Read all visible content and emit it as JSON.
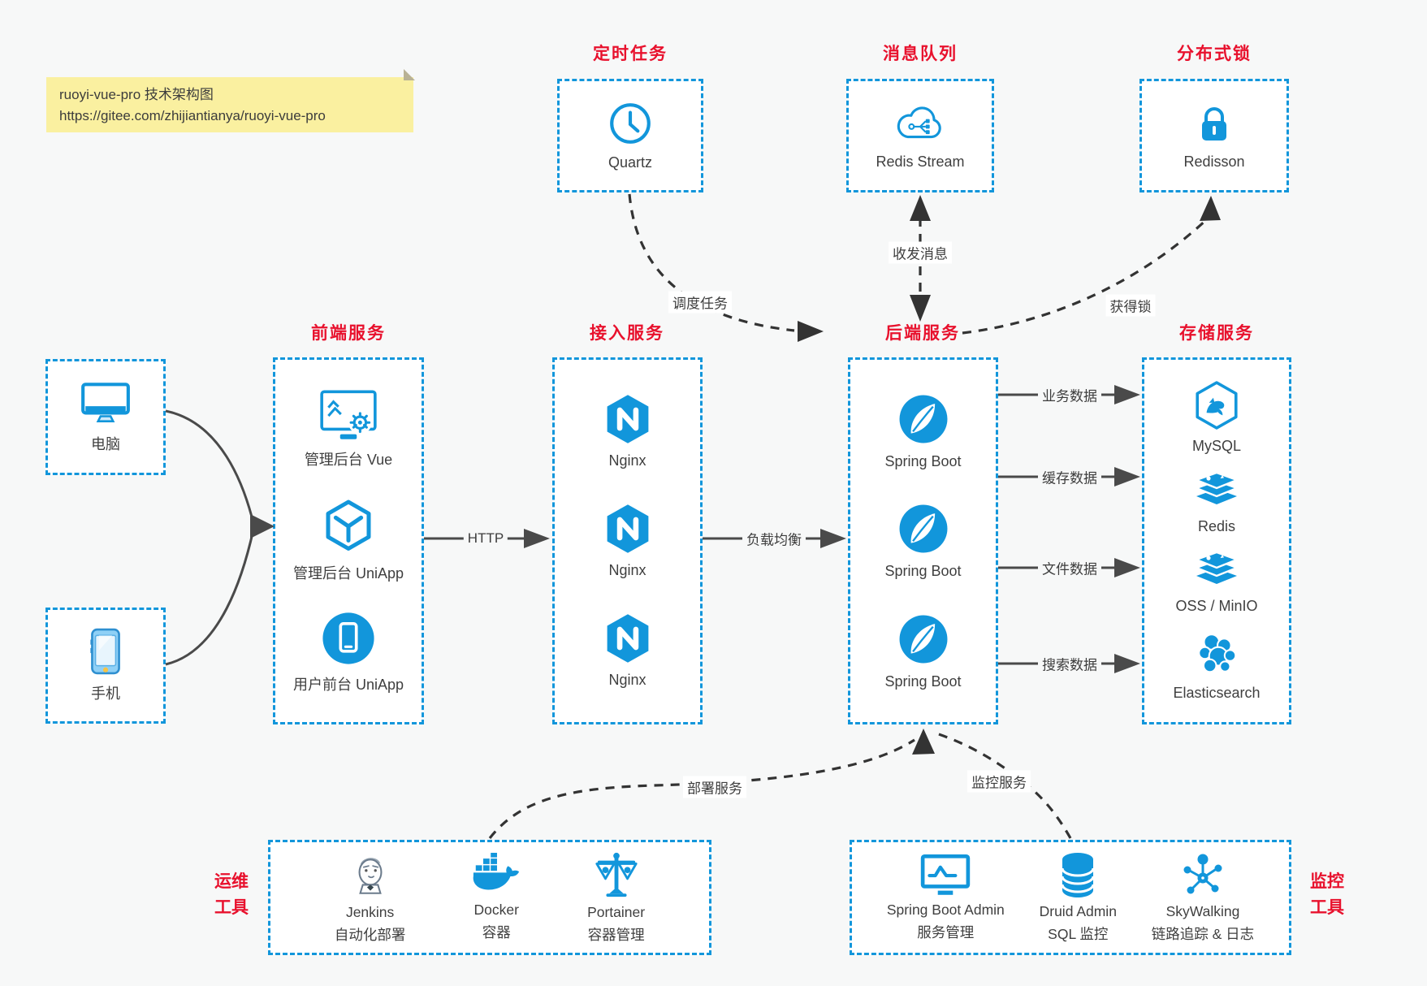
{
  "colors": {
    "accent_blue": "#1296db",
    "title_red": "#e8112d",
    "note_bg": "#faf0a0",
    "canvas_bg": "#f7f8f8",
    "arrow_solid": "#4a4a4a",
    "arrow_dashed": "#333333",
    "text_dark": "#3f3f3f"
  },
  "note": {
    "line1": "ruoyi-vue-pro 技术架构图",
    "line2": "https://gitee.com/zhijiantianya/ruoyi-vue-pro"
  },
  "scheduled": {
    "title": "定时任务",
    "item": {
      "label": "Quartz"
    }
  },
  "mq": {
    "title": "消息队列",
    "item": {
      "label": "Redis Stream"
    }
  },
  "lock": {
    "title": "分布式锁",
    "item": {
      "label": "Redisson"
    }
  },
  "clients": {
    "computer": {
      "label": "电脑"
    },
    "phone": {
      "label": "手机"
    }
  },
  "frontend": {
    "title": "前端服务",
    "items": [
      {
        "label": "管理后台 Vue"
      },
      {
        "label": "管理后台 UniApp"
      },
      {
        "label": "用户前台 UniApp"
      }
    ]
  },
  "access": {
    "title": "接入服务",
    "items": [
      {
        "label": "Nginx"
      },
      {
        "label": "Nginx"
      },
      {
        "label": "Nginx"
      }
    ]
  },
  "backend": {
    "title": "后端服务",
    "items": [
      {
        "label": "Spring Boot"
      },
      {
        "label": "Spring Boot"
      },
      {
        "label": "Spring Boot"
      }
    ]
  },
  "storage": {
    "title": "存储服务",
    "items": [
      {
        "label": "MySQL"
      },
      {
        "label": "Redis"
      },
      {
        "label": "OSS / MinIO"
      },
      {
        "label": "Elasticsearch"
      }
    ]
  },
  "ops": {
    "title_line1": "运维",
    "title_line2": "工具",
    "items": [
      {
        "name": "Jenkins",
        "desc": "自动化部署"
      },
      {
        "name": "Docker",
        "desc": "容器"
      },
      {
        "name": "Portainer",
        "desc": "容器管理"
      }
    ]
  },
  "monitor": {
    "title_line1": "监控",
    "title_line2": "工具",
    "items": [
      {
        "name": "Spring Boot Admin",
        "desc": "服务管理"
      },
      {
        "name": "Druid Admin",
        "desc": "SQL 监控"
      },
      {
        "name": "SkyWalking",
        "desc": "链路追踪 & 日志"
      }
    ]
  },
  "edges": {
    "schedule": "调度任务",
    "message": "收发消息",
    "acquire_lock": "获得锁",
    "http": "HTTP",
    "load_balance": "负载均衡",
    "business_data": "业务数据",
    "cache_data": "缓存数据",
    "file_data": "文件数据",
    "search_data": "搜索数据",
    "deploy": "部署服务",
    "monitor": "监控服务"
  }
}
